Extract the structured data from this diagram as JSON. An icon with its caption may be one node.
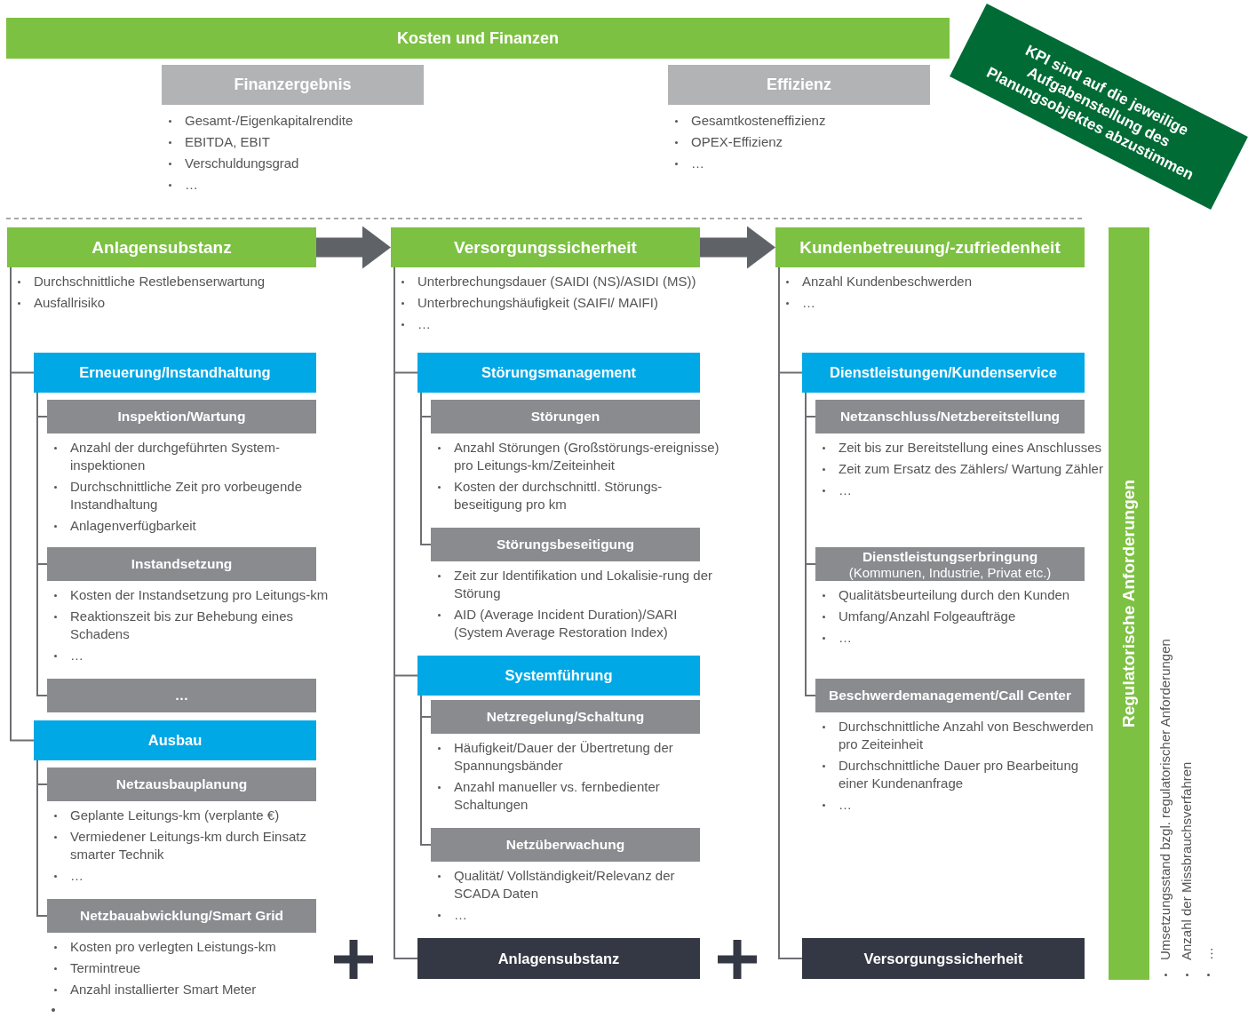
{
  "diagram": {
    "nodes": [
      {
        "text": [
          "Kosten und Finanzen"
        ]
      },
      {
        "text": [
          "Finanzergebnis"
        ],
        "beside": [
          "Gesamt-/Eigenkapitalrendite",
          "EBITDA, EBIT",
          "Verschuldungsgrad",
          "…"
        ]
      },
      {
        "text": [
          "Effizienz"
        ],
        "beside": [
          "Gesamtkosteneffizienz",
          "OPEX-Effizienz",
          "…"
        ]
      },
      {
        "text": [
          "KPI sind auf die jeweilige Aufgabenstellung des Planungsobjektes abzustimmen"
        ]
      },
      {
        "text": [
          "Anlagensubstanz"
        ],
        "beside": [
          "Durchschnittliche Restlebenserwartung",
          "Ausfallrisiko"
        ]
      },
      {
        "text": [
          "Erneuerung/Instandhaltung"
        ]
      },
      {
        "text": [
          "Inspektion/Wartung"
        ],
        "beside": [
          "Anzahl der durchgeführten System-inspektionen",
          "Durchschnittliche Zeit pro vorbeugende Instandhaltung",
          "Anlagenverfügbarkeit"
        ]
      },
      {
        "text": [
          "Instandsetzung"
        ],
        "beside": [
          "Kosten der Instandsetzung pro Leitungs-km",
          "Reaktionszeit bis zur Behebung eines Schadens",
          "…"
        ]
      },
      {
        "text": [
          "…"
        ]
      },
      {
        "text": [
          "Ausbau"
        ]
      },
      {
        "text": [
          "Netzausbauplanung"
        ],
        "beside": [
          "Geplante Leitungs-km (verplante €)",
          "Vermiedener Leitungs-km durch Einsatz smarter Technik",
          "…"
        ]
      },
      {
        "text": [
          "Netzbauabwicklung/Smart Grid"
        ],
        "beside": [
          "Kosten pro verlegten Leistungs-km",
          "Termintreue",
          "Anzahl installierter Smart Meter"
        ]
      },
      {
        "text": [
          "Versorgungssicherheit"
        ],
        "beside": [
          "Unterbrechungsdauer (SAIDI (NS)/ASIDI (MS))",
          "Unterbrechungshäufigkeit (SAIFI/ MAIFI)",
          "…"
        ]
      },
      {
        "text": [
          "Störungsmanagement"
        ]
      },
      {
        "text": [
          "Störungen"
        ],
        "beside": [
          "Anzahl Störungen (Großstörungs-ereignisse) pro Leitungs-km/Zeiteinheit",
          "Kosten der durchschnittl. Störungs-beseitigung pro km"
        ]
      },
      {
        "text": [
          "Störungsbeseitigung"
        ],
        "beside": [
          "Zeit zur Identifikation und Lokalisie-rung der Störung",
          "AID (Average Incident Duration)/SARI (System Average Restoration Index)"
        ]
      },
      {
        "text": [
          "Systemführung"
        ]
      },
      {
        "text": [
          "Netzregelung/Schaltung"
        ],
        "beside": [
          "Häufigkeit/Dauer der Übertretung der Spannungsbänder",
          "Anzahl manueller vs. fernbedienter Schaltungen"
        ]
      },
      {
        "text": [
          "Netzüberwachung"
        ],
        "beside": [
          "Qualität/ Vollständigkeit/Relevanz der SCADA Daten",
          "…"
        ]
      },
      {
        "text": [
          "Anlagensubstanz"
        ]
      },
      {
        "text": [
          "Kundenbetreuung/-zufriedenheit"
        ],
        "beside": [
          "Anzahl Kundenbeschwerden",
          "…"
        ]
      },
      {
        "text": [
          "Dienstleistungen/Kundenservice"
        ]
      },
      {
        "text": [
          "Netzanschluss/Netzbereitstellung"
        ],
        "beside": [
          "Zeit bis zur Bereitstellung eines Anschlusses",
          "Zeit zum Ersatz des Zählers/ Wartung Zähler",
          "…"
        ]
      },
      {
        "text": [
          "Dienstleistungserbringung",
          "(Kommunen, Industrie, Privat etc.)"
        ],
        "beside": [
          "Qualitätsbeurteilung durch den Kunden",
          "Umfang/Anzahl Folgeaufträge",
          "…"
        ]
      },
      {
        "text": [
          "Beschwerdemanagement/Call Center"
        ],
        "beside": [
          "Durchschnittliche Anzahl von Beschwerden pro Zeiteinheit",
          "Durchschnittliche Dauer pro Bearbeitung einer Kundenanfrage",
          "…"
        ]
      },
      {
        "text": [
          "Versorgungssicherheit"
        ]
      },
      {
        "text": [
          "Regulatorische Anforderungen"
        ],
        "beside": [
          "Umsetzungsstand bzgl. regulatorischer Anforderungen",
          "Anzahl der Missbrauchsverfahren",
          "…"
        ]
      }
    ],
    "edges": [
      {
        "from": 4,
        "to": 12,
        "arrow": "to",
        "style": "thick"
      },
      {
        "from": 12,
        "to": 20,
        "arrow": "to",
        "style": "thick"
      },
      {
        "from": 4,
        "to": 5,
        "arrow": "none"
      },
      {
        "from": 5,
        "to": 6,
        "arrow": "none"
      },
      {
        "from": 5,
        "to": 7,
        "arrow": "none"
      },
      {
        "from": 5,
        "to": 8,
        "arrow": "none"
      },
      {
        "from": 4,
        "to": 9,
        "arrow": "none"
      },
      {
        "from": 9,
        "to": 10,
        "arrow": "none"
      },
      {
        "from": 9,
        "to": 11,
        "arrow": "none"
      },
      {
        "from": 12,
        "to": 13,
        "arrow": "none"
      },
      {
        "from": 13,
        "to": 14,
        "arrow": "none"
      },
      {
        "from": 13,
        "to": 15,
        "arrow": "none"
      },
      {
        "from": 12,
        "to": 16,
        "arrow": "none"
      },
      {
        "from": 16,
        "to": 17,
        "arrow": "none"
      },
      {
        "from": 16,
        "to": 18,
        "arrow": "none"
      },
      {
        "from": 12,
        "to": 19,
        "arrow": "none"
      },
      {
        "from": 20,
        "to": 21,
        "arrow": "none"
      },
      {
        "from": 21,
        "to": 22,
        "arrow": "none"
      },
      {
        "from": 21,
        "to": 23,
        "arrow": "none"
      },
      {
        "from": 21,
        "to": 24,
        "arrow": "none"
      },
      {
        "from": 20,
        "to": 25,
        "arrow": "none"
      }
    ]
  }
}
